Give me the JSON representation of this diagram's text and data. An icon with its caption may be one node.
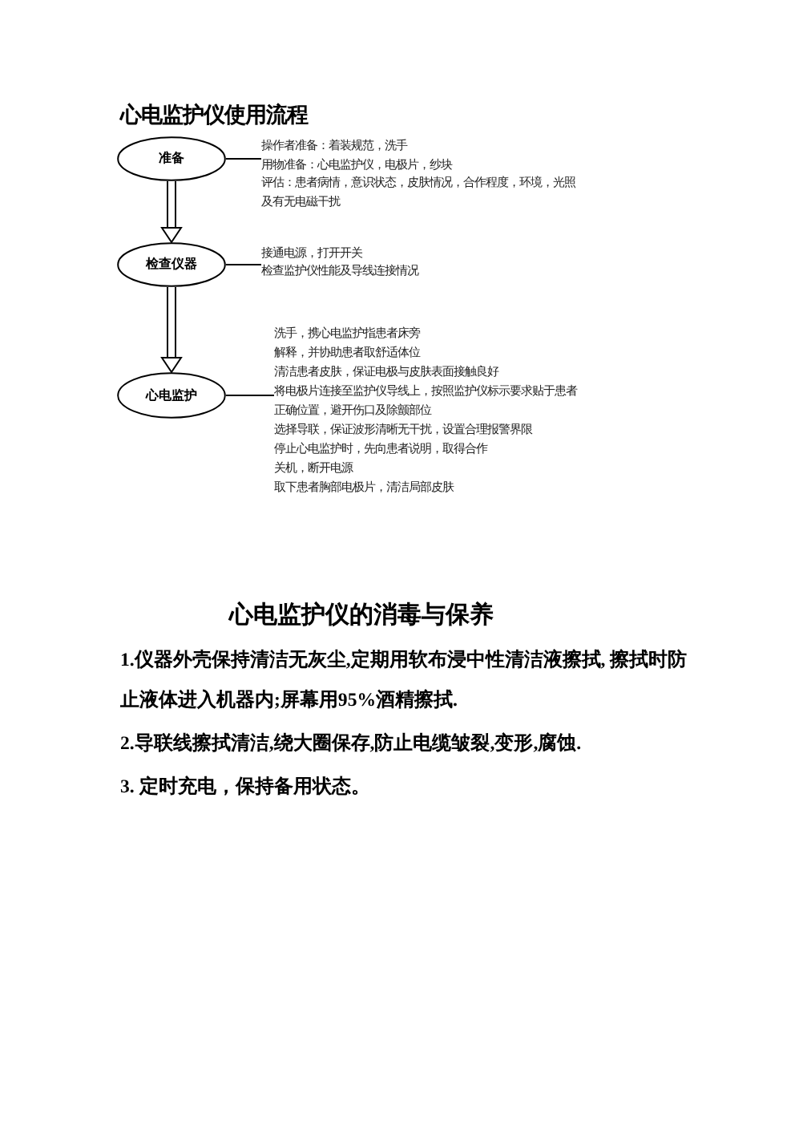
{
  "diagram": {
    "title": "心电监护仪使用流程",
    "nodes": [
      {
        "text": [
          "准备"
        ]
      },
      {
        "text": [
          "操作者准备：着装规范，洗手",
          "用物准备：心电监护仪，电极片，纱块",
          "评估：患者病情，意识状态，皮肤情况，合作程度，环境，光照及有无电磁干扰"
        ]
      },
      {
        "text": [
          "检查仪器"
        ]
      },
      {
        "text": [
          "接通电源，打开开关",
          "检查监护仪性能及导线连接情况"
        ]
      },
      {
        "text": [
          "心电监护"
        ]
      },
      {
        "text": [
          "洗手，携心电监护指患者床旁",
          "解释，并协助患者取舒适体位",
          "清洁患者皮肤，保证电极与皮肤表面接触良好",
          "将电极片连接至监护仪导线上，按照监护仪标示要求贴于患者正确位置，避开伤口及除颤部位",
          "选择导联，保证波形清晰无干扰，设置合理报警界限",
          "停止心电监护时，先向患者说明，取得合作",
          "关机，断开电源",
          "取下患者胸部电极片，清洁局部皮肤"
        ]
      }
    ],
    "edges": [
      {
        "from": 0,
        "to": 1,
        "arrow": "none"
      },
      {
        "from": 0,
        "to": 2,
        "arrow": "to"
      },
      {
        "from": 2,
        "to": 3,
        "arrow": "none"
      },
      {
        "from": 2,
        "to": 4,
        "arrow": "to"
      },
      {
        "from": 4,
        "to": 5,
        "arrow": "none"
      }
    ],
    "labels": [
      "心电监护仪的消毒与保养",
      "1.仪器外壳保持清洁无灰尘,定期用软布浸中性清洁液擦拭, 擦拭时防止液体进入机器内;屏幕用95%酒精擦拭.",
      "2.导联线擦拭清洁,绕大圈保存,防止电缆皱裂,变形,腐蚀.",
      "3. 定时充电，保持备用状态。"
    ]
  }
}
